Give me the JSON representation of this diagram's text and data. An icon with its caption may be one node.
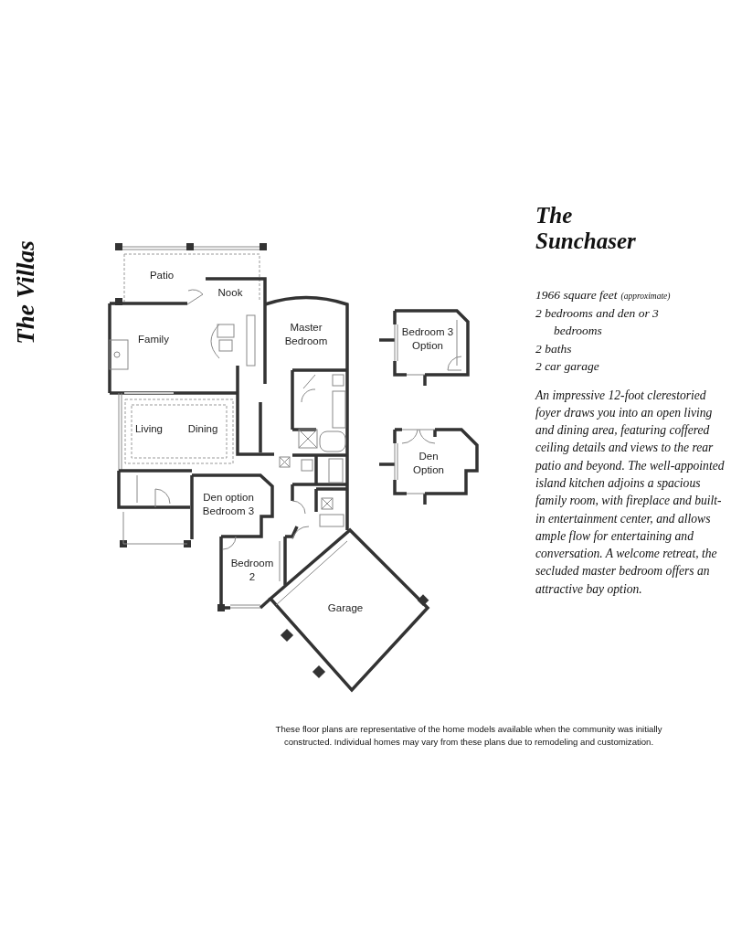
{
  "diagram": {
    "title": "The Sunchaser",
    "labels": [
      "The Villas",
      "Patio",
      "Nook",
      "Family",
      "Master Bedroom",
      "Living",
      "Dining",
      "Den option Bedroom 3",
      "Bedroom 2",
      "Garage",
      "Bedroom 3 Option",
      "Den Option",
      "1966 square feet",
      "(approximate)",
      "2 bedrooms and den or 3 bedrooms",
      "2 baths",
      "2 car garage",
      "An impressive 12-foot clerestoried foyer draws you into an open living and dining area, featuring coffered ceiling details and views to the rear patio and beyond. The well-appointed island kitchen adjoins a spacious family room, with fireplace and built-in entertainment center, and allows ample flow for entertaining and conversation.  A welcome retreat, the secluded master bedroom offers an attractive bay option.",
      "These floor plans are representative of the home models available when the community was initially constructed.  Individual homes may vary from these plans due to remodeling and customization."
    ]
  }
}
